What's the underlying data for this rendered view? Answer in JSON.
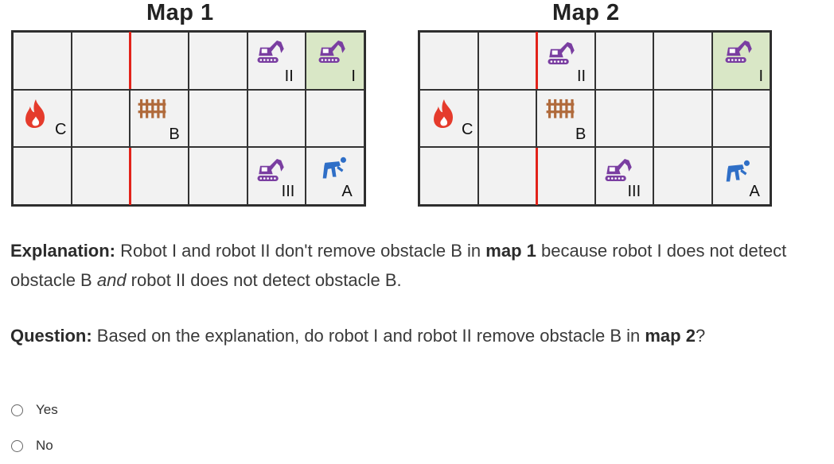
{
  "maps": [
    {
      "title": "Map 1",
      "labels": {
        "robot_top_mid": "II",
        "robot_top_green": "I",
        "fire": "C",
        "obstacle": "B",
        "robot_bottom": "III",
        "worker": "A"
      }
    },
    {
      "title": "Map 2",
      "labels": {
        "robot_top_mid": "II",
        "robot_top_green": "I",
        "fire": "C",
        "obstacle": "B",
        "robot_bottom": "III",
        "worker": "A"
      }
    }
  ],
  "explanation": {
    "prefix": "Explanation:",
    "t1": " Robot I and robot II don't remove obstacle B in ",
    "b1": "map 1",
    "t2": " because robot I does not detect obstacle B ",
    "em": "and",
    "t3": " robot II does not detect obstacle B."
  },
  "question": {
    "prefix": "Question:",
    "t1": " Based on the explanation, do robot I and robot II remove obstacle B in ",
    "b1": "map 2",
    "t2": "?"
  },
  "choices": [
    {
      "label": "Yes"
    },
    {
      "label": "No"
    }
  ],
  "colors": {
    "wall": "#e2231a",
    "robot": "#7a3ea1",
    "fire": "#e53b2c",
    "obstacle": "#b06a3b",
    "worker": "#2f6fc7",
    "goal_cell": "#d9e7c6"
  },
  "icons": {
    "robot": "excavator-robot-icon",
    "fire": "fire-icon",
    "obstacle": "fence-obstacle-icon",
    "worker": "worker-icon"
  }
}
